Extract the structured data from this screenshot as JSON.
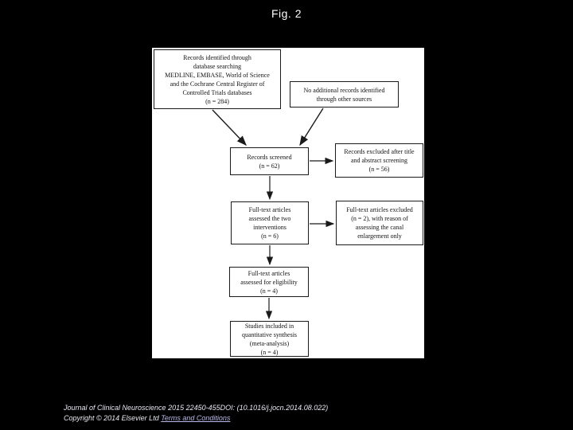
{
  "page": {
    "background": "#000000",
    "title": "Fig. 2"
  },
  "figure": {
    "background": "#ffffff",
    "type": "prisma-flow-diagram",
    "boxes": [
      {
        "name": "records-identified",
        "text": "Records identified through\ndatabase searching\nMEDLINE, EMBASE, World of Science\nand the Cochrane Central Register of\nControlled Trials databases\n(n = 284)"
      },
      {
        "name": "no-additional-records",
        "text": "No additional records identified\nthrough other sources"
      },
      {
        "name": "records-screened",
        "text": "Records screened\n(n = 62)"
      },
      {
        "name": "records-excluded",
        "text": "Records excluded after title\nand abstract screening\n(n = 56)"
      },
      {
        "name": "fulltext-assessed-interventions",
        "text": "Full-text articles\nassessed the two\ninterventions\n(n = 6)"
      },
      {
        "name": "fulltext-excluded",
        "text": "Full-text articles excluded\n(n = 2), with reason of\nassessing the canal\nenlargement only"
      },
      {
        "name": "fulltext-assessed-eligibility",
        "text": "Full-text articles\nassessed for eligibility\n(n = 4)"
      },
      {
        "name": "studies-included",
        "text": "Studies included in\nquantitative synthesis\n(meta-analysis)\n(n = 4)"
      }
    ]
  },
  "footer": {
    "citation": "Journal of Clinical Neuroscience 2015 22450-455DOI: (10.1016/j.jocn.2014.08.022)",
    "copyright": "Copyright © 2014 Elsevier Ltd ",
    "terms_link": "Terms and Conditions"
  },
  "colors": {
    "footer_text": "#e9e9f2",
    "link": "#b9b9ea",
    "box_border": "#1a1a1a",
    "arrow": "#1a1a1a"
  }
}
